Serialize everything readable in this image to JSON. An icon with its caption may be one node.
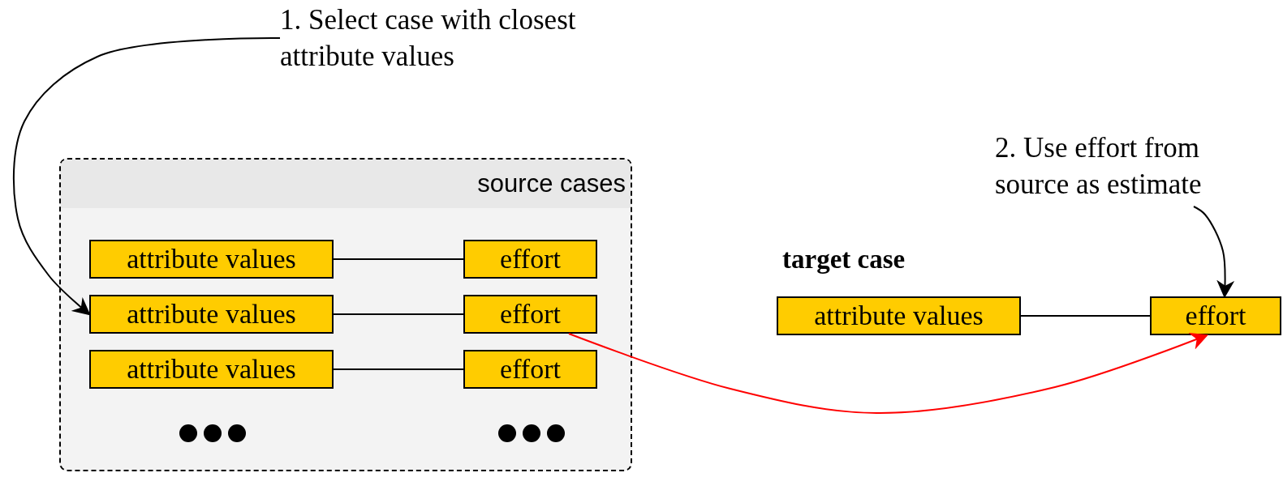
{
  "diagram": {
    "nodes": [
      {
        "text": [
          "source cases"
        ]
      },
      {
        "text": [
          "attribute values"
        ],
        "in": 0
      },
      {
        "text": [
          "effort"
        ],
        "in": 0
      },
      {
        "text": [
          "attribute values"
        ],
        "in": 0
      },
      {
        "text": [
          "effort"
        ],
        "in": 0
      },
      {
        "text": [
          "attribute values"
        ],
        "in": 0
      },
      {
        "text": [
          "effort"
        ],
        "in": 0
      },
      {
        "text": [
          "1. Select case with closest attribute values"
        ]
      },
      {
        "text": [
          "attribute values"
        ],
        "beside": [
          "target case"
        ]
      },
      {
        "text": [
          "effort"
        ]
      },
      {
        "text": [
          "2. Use effort from source as estimate"
        ]
      }
    ],
    "edges": [
      {
        "from": 1,
        "to": 2,
        "arrow": "none"
      },
      {
        "from": 3,
        "to": 4,
        "arrow": "none"
      },
      {
        "from": 5,
        "to": 6,
        "arrow": "none"
      },
      {
        "from": 8,
        "to": 9,
        "arrow": "none"
      },
      {
        "from": 7,
        "to": 3,
        "arrow": "to"
      },
      {
        "from": 10,
        "to": 9,
        "arrow": "to"
      },
      {
        "from": 4,
        "to": 9,
        "arrow": "to",
        "color": "#ff0000"
      }
    ]
  }
}
